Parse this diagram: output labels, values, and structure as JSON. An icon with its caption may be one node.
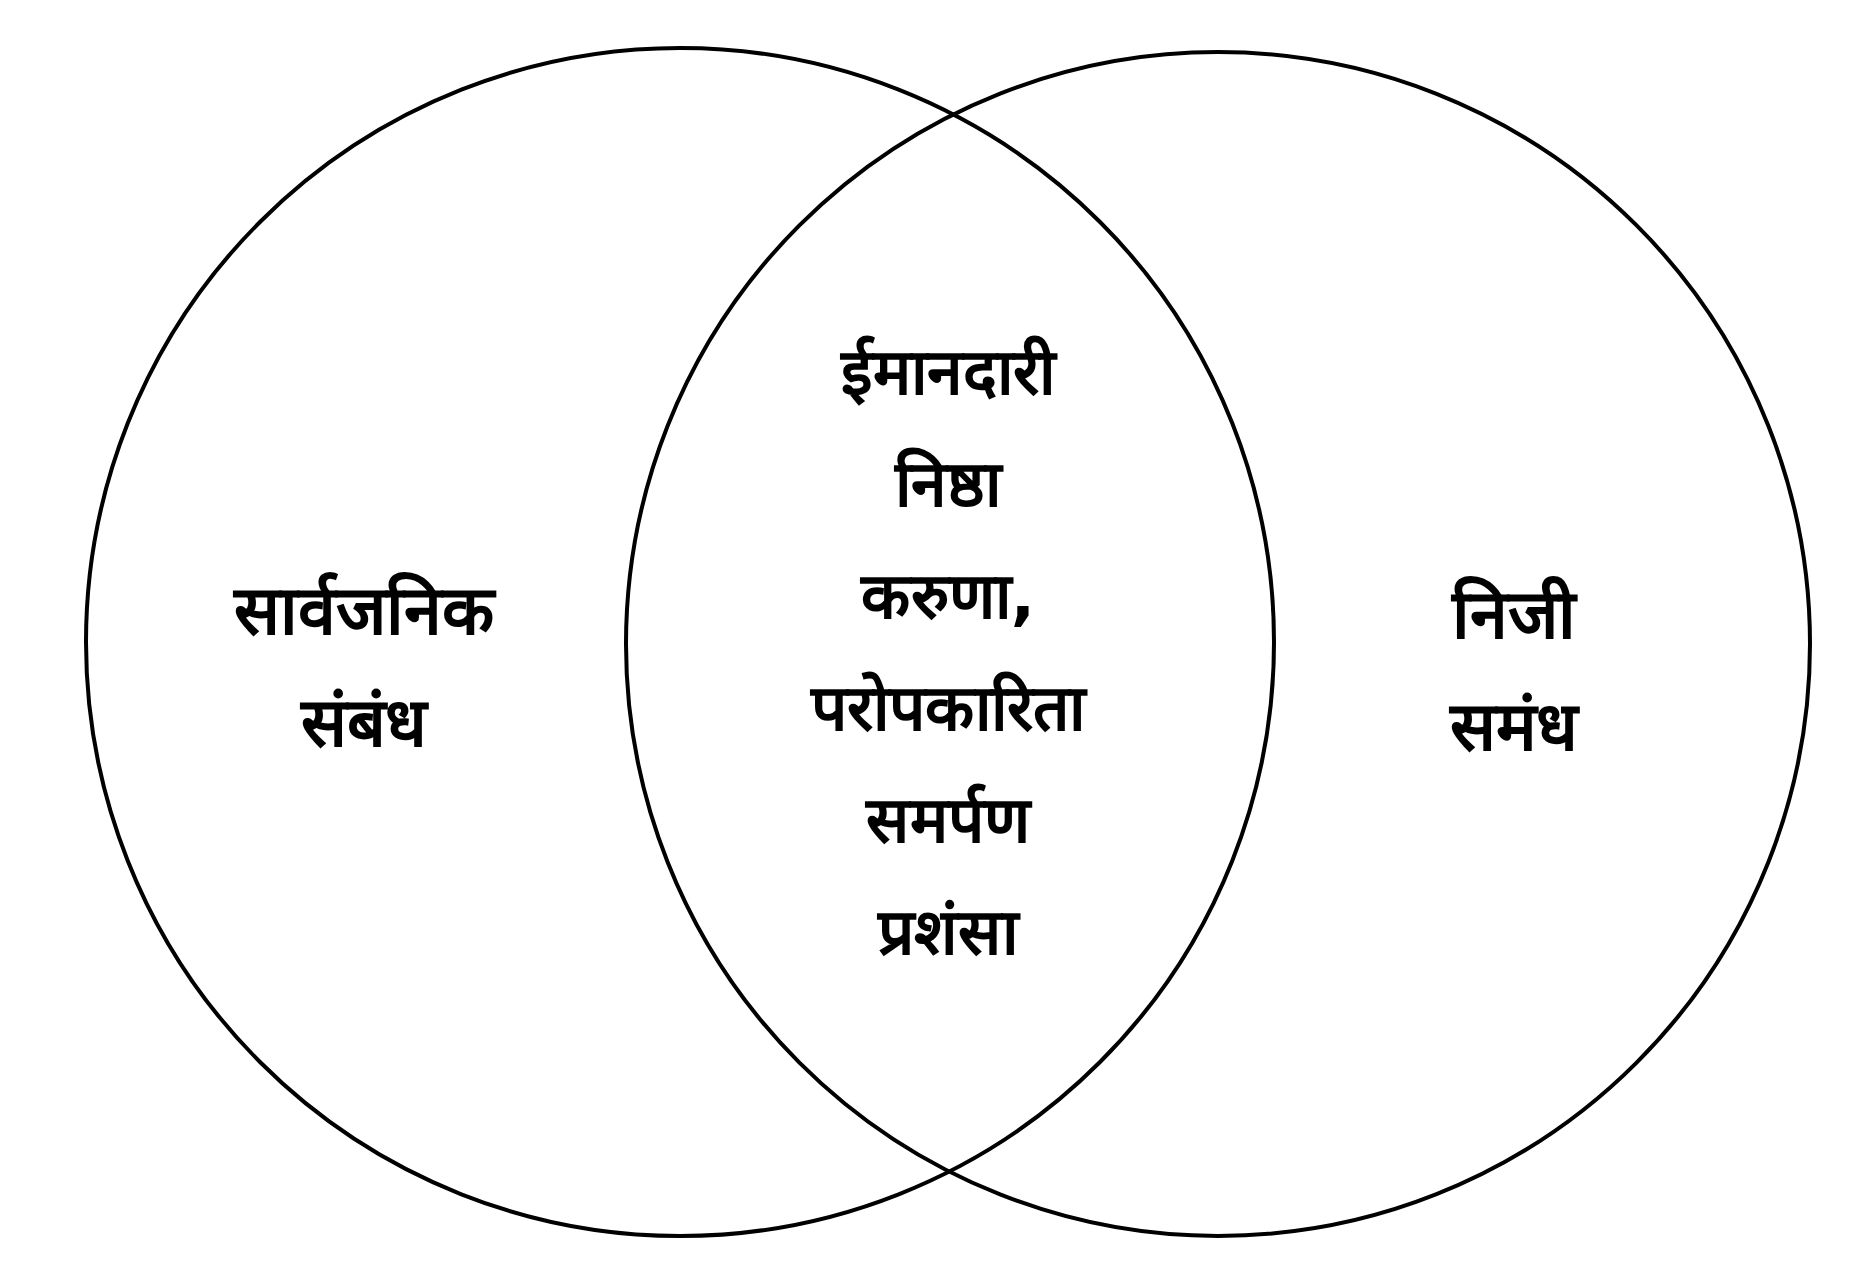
{
  "diagram": {
    "nodes": [
      {
        "text": [
          "सार्वजनिक संबंध"
        ]
      },
      {
        "text": [
          "निजी समंध"
        ]
      }
    ],
    "labels": [
      "ईमानदारी",
      "निष्ठा",
      "करुणा, परोपकारिता",
      "समर्पण",
      "प्रशंसा"
    ]
  }
}
